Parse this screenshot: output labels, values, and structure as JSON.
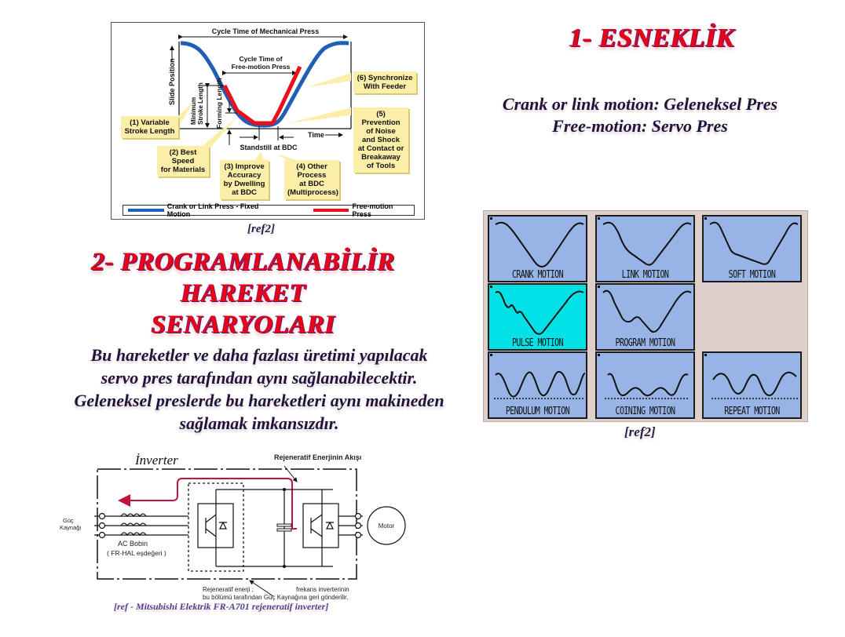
{
  "press_chart": {
    "top_label": "Cycle Time of Mechanical Press",
    "inner_label_line1": "Cycle Time of",
    "inner_label_line2": "Free-motion Press",
    "y_axis": "Slide Position",
    "x_axis": "Time",
    "min_stroke_line1": "Minimum",
    "min_stroke_line2": "Stroke Length",
    "forming_length": "Forming Length",
    "standstill": "Standstill at BDC",
    "callouts": [
      {
        "text": "(1) Variable\nStroke Length"
      },
      {
        "text": "(2) Best\nSpeed\nfor Materials"
      },
      {
        "text": "(3) Improve\nAccuracy\nby Dwelling\nat BDC"
      },
      {
        "text": "(4) Other\nProcess\nat BDC\n(Multiprocess)"
      },
      {
        "text": "(5) Prevention\nof Noise\nand Shock\nat Contact or\nBreakaway\nof Tools"
      },
      {
        "text": "(6) Synchronize\nWith Feeder"
      }
    ],
    "legend": [
      {
        "label": "Crank or Link Press - Fixed Motion",
        "color": "#1f5fb4"
      },
      {
        "label": "Free-motion Press",
        "color": "#e8101c"
      }
    ],
    "ref": "[ref2]"
  },
  "section1": {
    "title": "1- ESNEKLİK",
    "line1": "Crank or link motion: Geleneksel Pres",
    "line2": "Free-motion: Servo Pres"
  },
  "section2": {
    "title_line1": "2- PROGRAMLANABİLİR",
    "title_line2": "HAREKET",
    "title_line3": "SENARYOLARI",
    "body_line1": "Bu hareketler ve daha fazlası üretimi yapılacak",
    "body_line2": "servo pres tarafından aynı sağlanabilecektir.",
    "body_line3": "Geleneksel preslerde bu hareketleri aynı makineden",
    "body_line4": "sağlamak imkansızdır."
  },
  "motion_grid": {
    "tiles": [
      {
        "label": "CRANK MOTION",
        "active": false
      },
      {
        "label": "LINK MOTION",
        "active": false
      },
      {
        "label": "SOFT MOTION",
        "active": false
      },
      {
        "label": "PULSE MOTION",
        "active": true
      },
      {
        "label": "PROGRAM MOTION",
        "active": false
      },
      {
        "label": "PENDULUM MOTION",
        "active": false
      },
      {
        "label": "COINING MOTION",
        "active": false
      },
      {
        "label": "REPEAT MOTION",
        "active": false
      }
    ],
    "colors": {
      "tile": "#98b4e6",
      "active": "#00e2e6",
      "panel": "#decfca"
    },
    "ref": "[ref2]"
  },
  "inverter": {
    "title": "İnverter",
    "flow_label": "Rejeneratif Enerjinin Akışı",
    "source_line1": "Güç",
    "source_line2": "Kaynağı",
    "coil_line1": "AC Bobin",
    "coil_line2": "( FR-HAL eşdeğeri )",
    "motor": "Motor",
    "note_line1a": "Rejeneratif enerji ;",
    "note_line1b": "frekans inverterinin",
    "note_line2": "bu bölümü tarafından Güç Kaynağına geri gönderilir.",
    "ref": "[ref - Mitsubishi Elektrik FR-A701 rejeneratif inverter]",
    "flow_color": "#c0143c"
  }
}
